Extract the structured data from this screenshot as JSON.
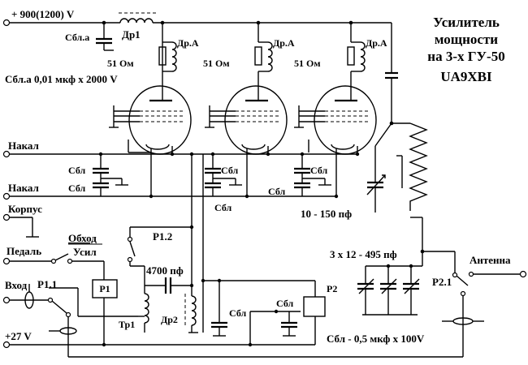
{
  "title": {
    "line1": "Усилитель",
    "line2": "мощности",
    "line3": "на 3-х ГУ-50",
    "line4": "UA9XBI"
  },
  "terminals": {
    "hv": "+ 900(1200) V",
    "nakal1": "Накал",
    "nakal2": "Накал",
    "korpus": "Корпус",
    "pedal": "Педаль",
    "vhod": "Вход",
    "plus27": "+27 V",
    "antenna": "Антенна"
  },
  "labels": {
    "sbl_a": "Сбл.а",
    "dr1": "Др1",
    "dr_a_1": "Др.А",
    "dr_a_2": "Др.А",
    "dr_a_3": "Др.А",
    "r51_1": "51 Ом",
    "r51_2": "51 Ом",
    "r51_3": "51 Ом",
    "sbl_a_note": "Сбл.а 0,01 мкф х 2000 V",
    "sbl_1": "Сбл",
    "sbl_2": "Сбл",
    "sbl_3": "Сбл",
    "sbl_4": "Сбл",
    "sbl_5": "Сбл",
    "sbl_6": "Сбл",
    "sbl_7": "Сбл",
    "sbl_8": "Сбл",
    "tune_cap": "10 - 150 пф",
    "obhod": "Обход",
    "usil": "Усил",
    "p12": "Р1.2",
    "p11": "Р1.1",
    "p1": "Р1",
    "cap4700": "4700 пф",
    "dr2": "Др2",
    "tr1": "Тр1",
    "p2": "Р2",
    "p21": "Р2.1",
    "load_caps": "3 х 12 - 495 пф",
    "sbl_note2": "Сбл - 0,5 мкф х 100V"
  }
}
